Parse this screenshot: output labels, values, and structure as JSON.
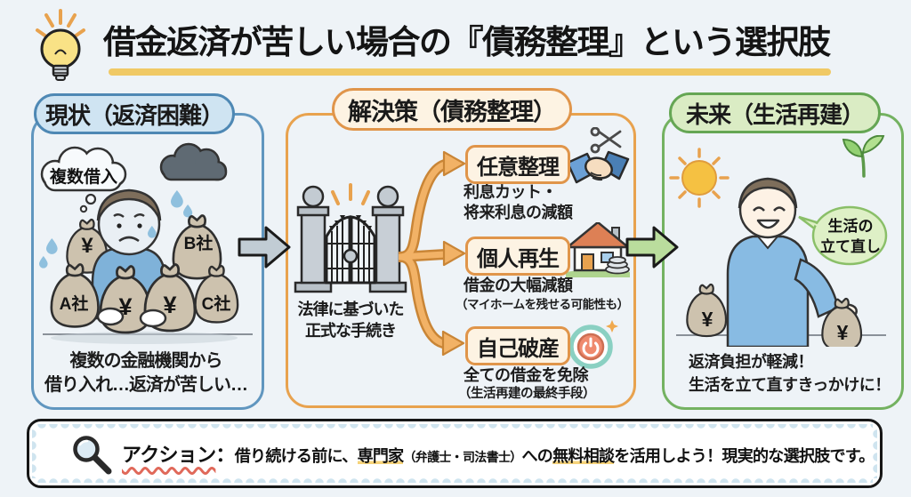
{
  "title": {
    "text": "借金返済が苦しい場合の『債務整理』という選択肢",
    "icon": "lightbulb-icon"
  },
  "current": {
    "header": "現状（返済困難）",
    "thought_bubble": "複数借入",
    "bag_labels": [
      "¥",
      "B社",
      "A社",
      "¥",
      "¥",
      "C社"
    ],
    "caption": [
      "複数の金融機関から",
      "借り入れ…返済が苦しい…"
    ]
  },
  "solution": {
    "header": "解決策（債務整理）",
    "gate_caption": [
      "法律に基づいた",
      "正式な手続き"
    ],
    "options": [
      {
        "label": "任意整理",
        "icon": "handshake-scissors-icon",
        "desc": [
          "利息カット・",
          "将来利息の減額"
        ]
      },
      {
        "label": "個人再生",
        "icon": "house-coins-icon",
        "desc": [
          "借金の大幅減額",
          "（マイホームを残せる可能性も）"
        ]
      },
      {
        "label": "自己破産",
        "icon": "power-button-icon",
        "desc": [
          "全ての借金を免除",
          "（生活再建の最終手段）"
        ]
      }
    ]
  },
  "future": {
    "header": "未来（生活再建）",
    "speech_bubble": [
      "生活の",
      "立て直し"
    ],
    "bag_labels": [
      "¥",
      "¥"
    ],
    "caption": [
      "返済負担が軽減！",
      "生活を立て直すきっかけに！"
    ]
  },
  "action": {
    "label": "アクション",
    "label_suffix": "：",
    "segment1": "借り続ける前に、",
    "expert": "専門家",
    "expert_note": "（弁護士・司法書士）",
    "segment2": "への",
    "free_consult": "無料相談",
    "segment3": "を活用しよう！現実的な選択肢です。"
  },
  "icons": {
    "header": "lightbulb-icon",
    "current_cloud": "storm-cloud-icon",
    "flow_left": "arrow-right-gray-icon",
    "solution_gate": "gate-icon",
    "flow_right": "arrow-right-green-icon",
    "future_sun": "sun-icon",
    "future_plant": "sprout-icon",
    "action": "magnifier-icon"
  },
  "colors": {
    "background": "#eef3f7",
    "current_accent": "#4e88b4",
    "current_fill": "#cfe4f2",
    "solution_accent": "#e0954a",
    "solution_fill": "#fdf3e3",
    "future_accent": "#65a654",
    "future_fill": "#daecc4",
    "title_underline": "#f0c558",
    "action_wavy_red": "#e0695a",
    "action_highlight_yellow": "#f6d37a"
  }
}
